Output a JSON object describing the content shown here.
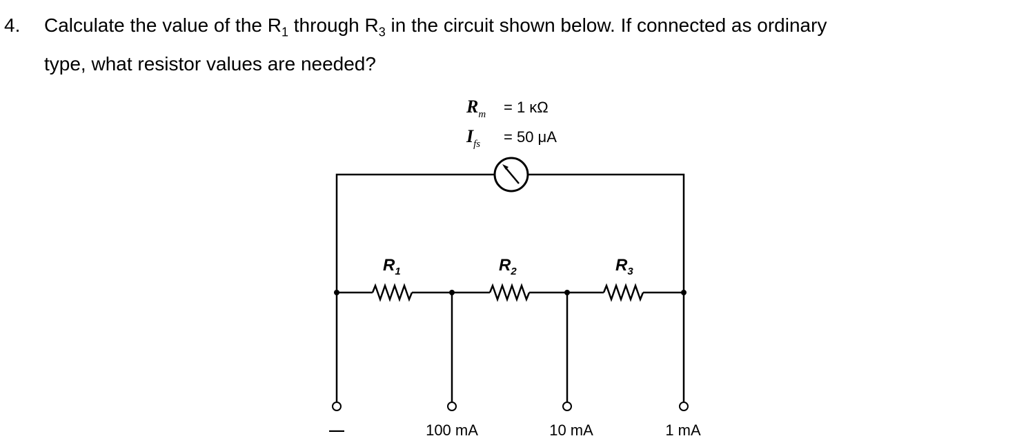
{
  "question": {
    "number": "4.",
    "line1_a": "Calculate the value of the R",
    "line1_sub1": "1",
    "line1_b": " through R",
    "line1_sub2": "3",
    "line1_c": " in the circuit shown below. If connected as ordinary",
    "line2": "type, what resistor values are needed?"
  },
  "circuit": {
    "meter_resistance": {
      "symbol": "R",
      "subscript": "m",
      "value": "= 1 κΩ"
    },
    "full_scale_current": {
      "symbol": "I",
      "subscript": "fs",
      "value": "= 50 μA"
    },
    "resistors": [
      {
        "symbol": "R",
        "subscript": "1"
      },
      {
        "symbol": "R",
        "subscript": "2"
      },
      {
        "symbol": "R",
        "subscript": "3"
      }
    ],
    "terminals": [
      {
        "label": "—"
      },
      {
        "label": "100 mA"
      },
      {
        "label": "10 mA"
      },
      {
        "label": "1 mA"
      }
    ]
  }
}
